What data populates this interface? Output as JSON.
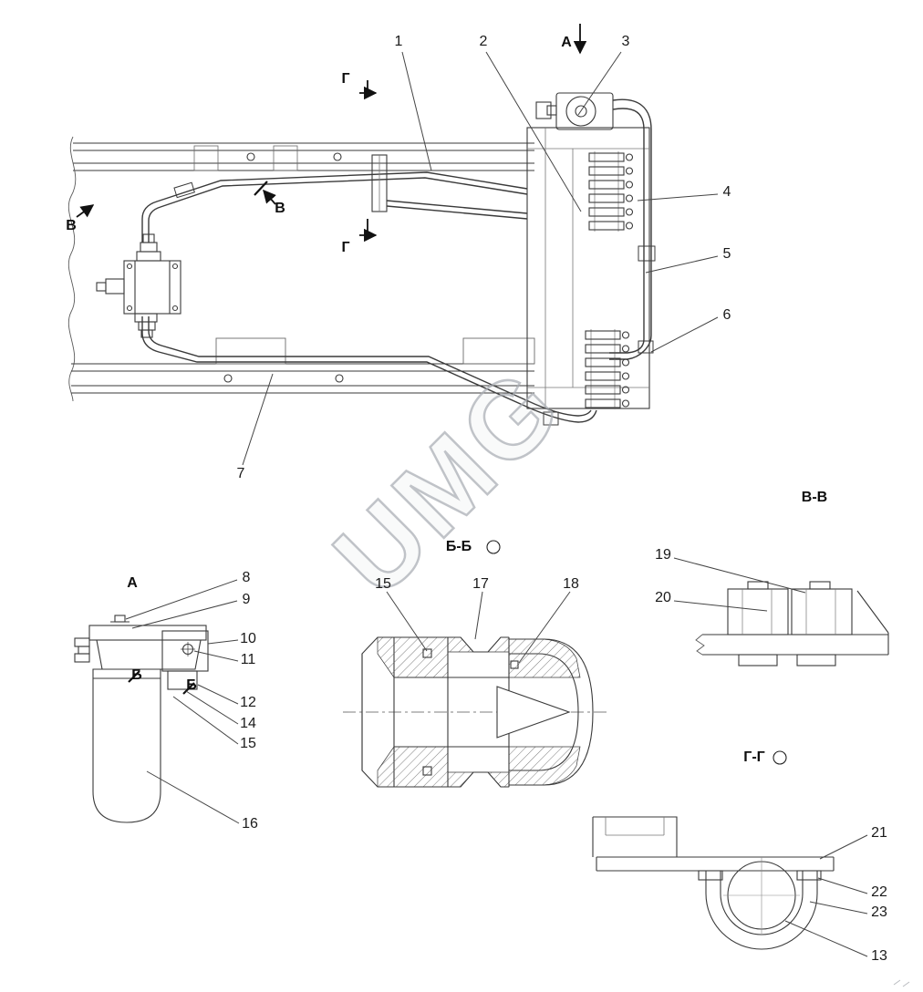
{
  "drawing": {
    "watermark": "UMG",
    "callouts": {
      "c1": "1",
      "c2": "2",
      "c3": "3",
      "c4": "4",
      "c5": "5",
      "c6": "6",
      "c7": "7",
      "c8": "8",
      "c9": "9",
      "c10": "10",
      "c11": "11",
      "c12": "12",
      "c13": "13",
      "c14": "14",
      "c15": "15",
      "c16": "16",
      "c17": "17",
      "c18": "18",
      "c19": "19",
      "c20": "20",
      "c21": "21",
      "c22": "22",
      "c23": "23"
    },
    "markers": {
      "a": "А",
      "b": "Б",
      "v": "В",
      "g": "Г"
    },
    "sections": {
      "view_a": "А",
      "bb": "Б-Б",
      "vv": "В-В",
      "gg": "Г-Г"
    }
  }
}
